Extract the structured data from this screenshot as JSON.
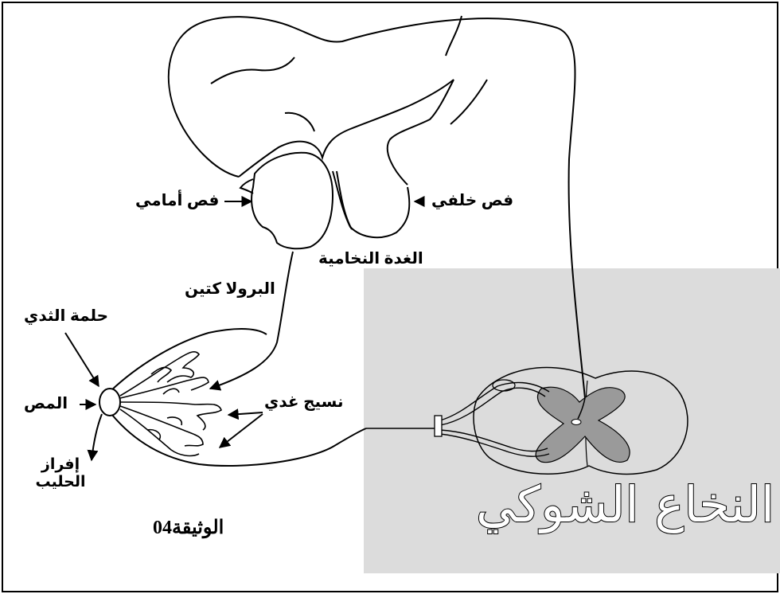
{
  "labels": {
    "anterior_lobe": "فص أمامي",
    "posterior_lobe": "فص خلفي",
    "pituitary_gland": "الغدة النخامية",
    "prolactin": "البرولا كتين",
    "nipple": "حلمة الثدي",
    "suckling": "المص",
    "glandular_tissue": "نسيج غدي",
    "milk_secretion_line1": "إفراز",
    "milk_secretion_line2": "الحليب",
    "document_caption": "الوثيقة04",
    "spinal_cord": "النخاع الشوكي"
  },
  "colors": {
    "shaded_panel": "#dcdcdc",
    "gray_matter": "#9a9a9a",
    "line": "#000000"
  }
}
